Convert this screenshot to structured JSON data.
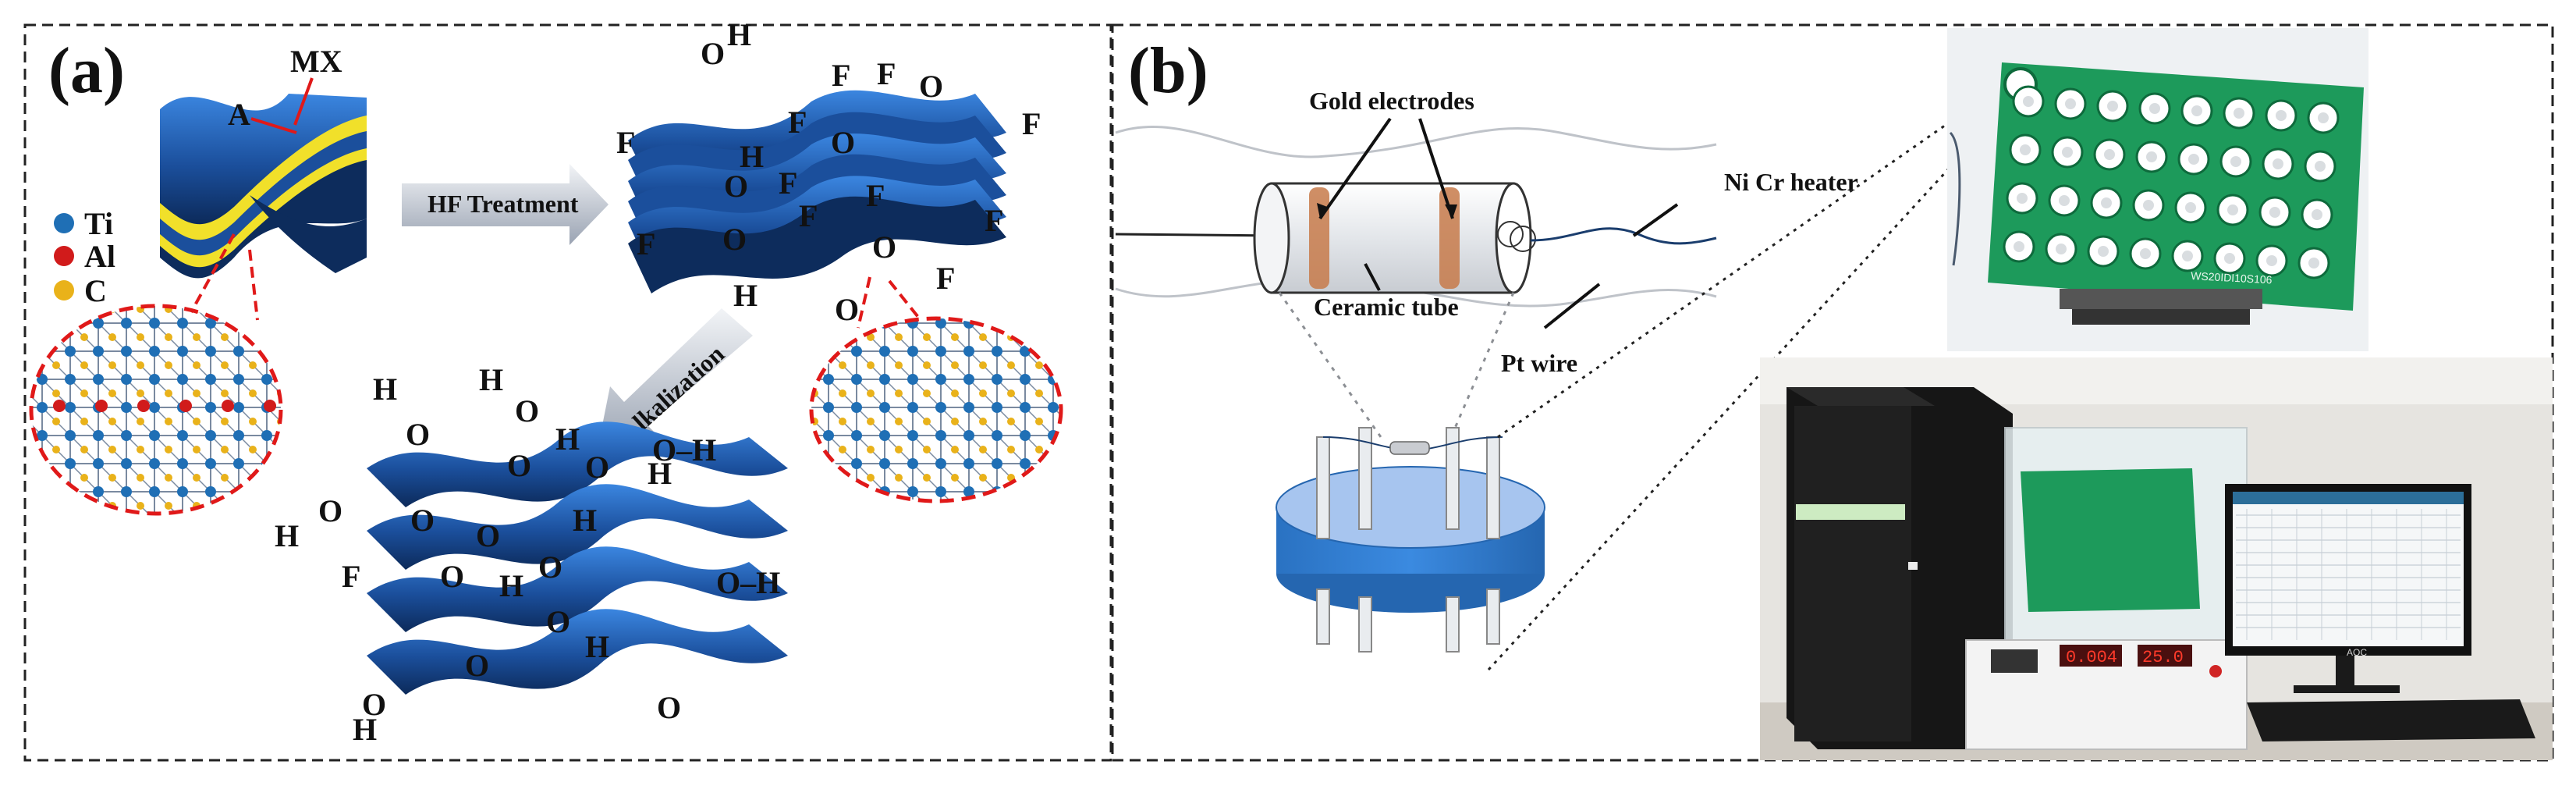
{
  "panel_a": {
    "letter": "(a)",
    "mx_label": "MX",
    "a_label": "A",
    "legend": [
      {
        "label": "Ti",
        "color": "#1f6fb5"
      },
      {
        "label": "Al",
        "color": "#d11b1b"
      },
      {
        "label": "C",
        "color": "#e9b21a"
      }
    ],
    "step1": "HF Treatment",
    "step2": "Alkalization",
    "term_F": "F",
    "term_O": "O",
    "term_H": "H",
    "term_OH": "O–H",
    "colors": {
      "sheet": "#1b4f9c",
      "sheet_light": "#2f76cf",
      "yellow": "#f1e02a",
      "arrow": "#c9ced8",
      "dashed_red": "#e01919"
    }
  },
  "panel_b": {
    "letter": "(b)",
    "gold_electrodes": "Gold electrodes",
    "ni_cr_heater": "Ni Cr heater",
    "ceramic_tube": "Ceramic tube",
    "pt_wire": "Pt wire",
    "colors": {
      "tube": "#e9ecef",
      "electrode": "#c77a4a",
      "base": "#2f7fcf",
      "base_top": "#8fb7ec"
    }
  },
  "photo_top": {
    "board_text": "WS20IDI10S106",
    "colors": {
      "board": "#1d9a5b",
      "bg": "#eef1f3"
    }
  },
  "photo_bottom": {
    "display1": "0.004",
    "display2": "25.0",
    "monitor_brand": "AOC",
    "colors": {
      "case": "#1a1a1a",
      "device": "#f1f1f1",
      "wall": "#e6e4e0"
    }
  }
}
